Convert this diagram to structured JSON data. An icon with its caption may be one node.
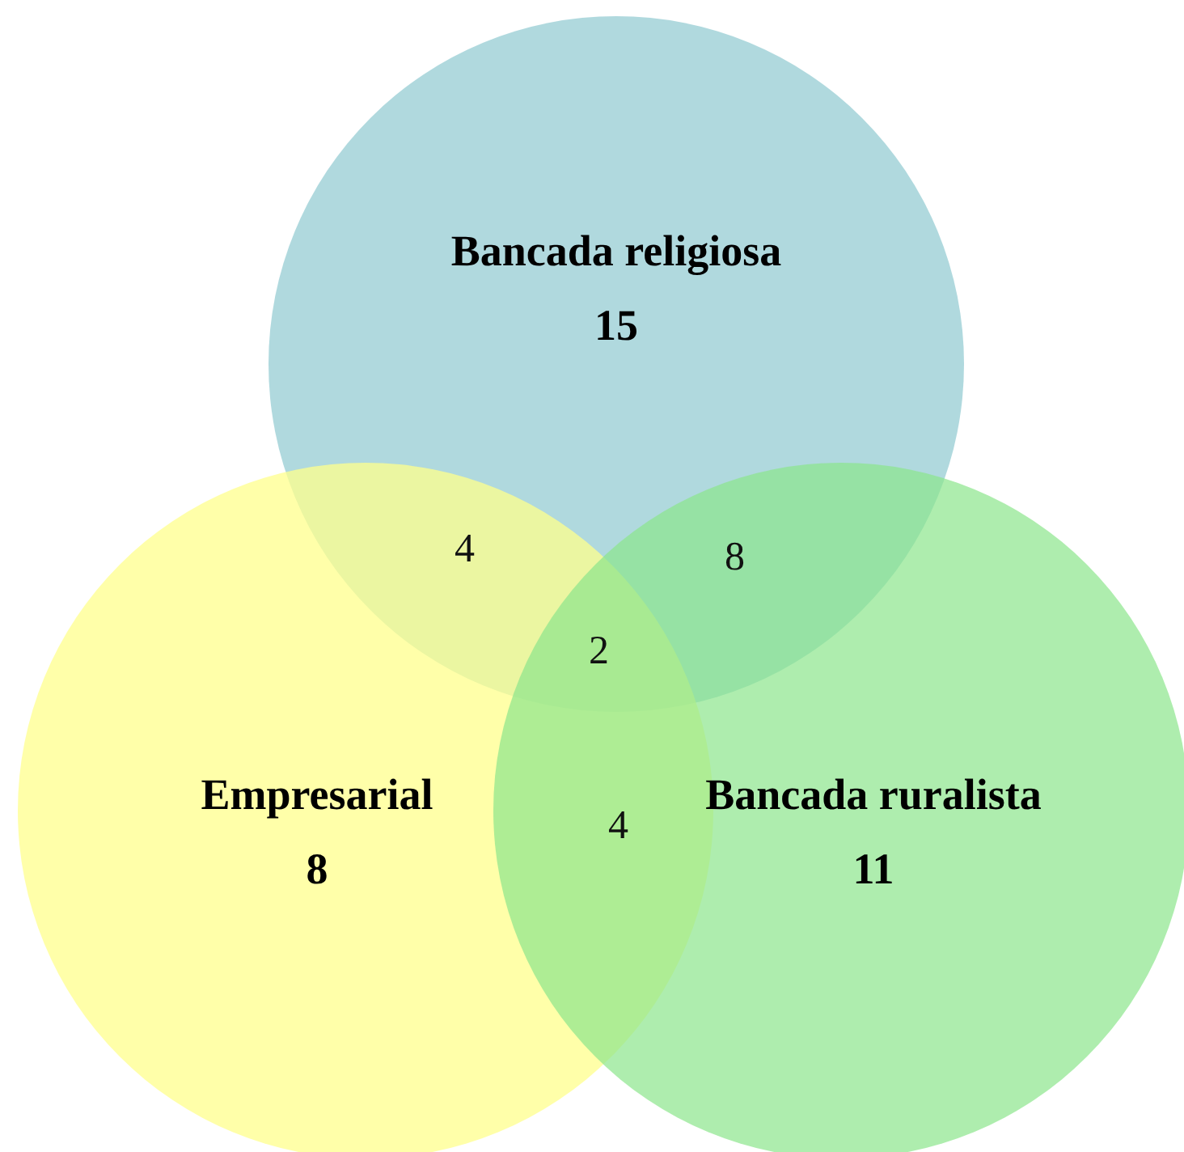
{
  "diagram": {
    "nodes": [
      {
        "text": [
          "Bancada religiosa",
          "15"
        ]
      },
      {
        "text": [
          "Empresarial",
          "8"
        ]
      },
      {
        "text": [
          "Bancada ruralista",
          "11"
        ]
      }
    ],
    "labels": [
      "4",
      "8",
      "2",
      "4"
    ]
  }
}
